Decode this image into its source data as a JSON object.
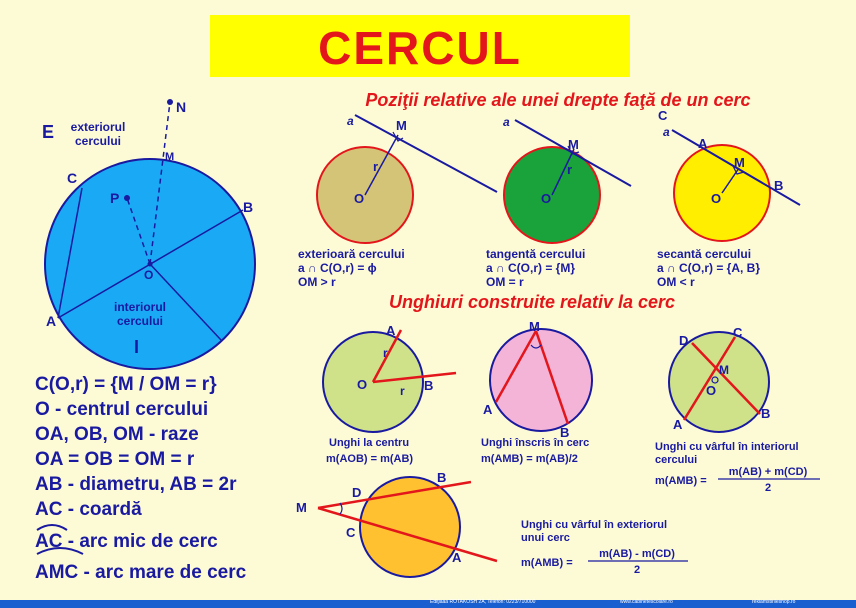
{
  "title": "CERCUL",
  "section1_title": "Poziţii relative ale unei drepte faţă de un cerc",
  "section2_title": "Unghiuri construite relativ la cerc",
  "main_figure": {
    "label_E": "E",
    "exterior_label_1": "exteriorul",
    "exterior_label_2": "cercului",
    "interior_label_1": "interiorul",
    "interior_label_2": "cercului",
    "label_I": "I",
    "points": {
      "N": "N",
      "M": "M",
      "C": "C",
      "P": "P",
      "B": "B",
      "O": "O",
      "A": "A"
    }
  },
  "definitions": [
    "C(O,r) = {M / OM = r}",
    "O - centrul cercului",
    "OA, OB, OM - raze",
    "OA = OB = OM = r",
    "AB - diametru, AB = 2r",
    "AC - coardă",
    "AC - arc mic de cerc",
    "AMC - arc mare de cerc"
  ],
  "positions": [
    {
      "line": "a",
      "M": "M",
      "r": "r",
      "O": "O",
      "caption": "exterioară cercului",
      "formula": "a ∩ C(O,r) = ϕ",
      "relation": "OM > r",
      "fill": "#d4c478"
    },
    {
      "line": "a",
      "M": "M",
      "r": "r",
      "O": "O",
      "caption": "tangentă cercului",
      "formula": "a ∩ C(O,r) = {M}",
      "relation": "OM = r",
      "fill": "#1aa33a"
    },
    {
      "line": "a",
      "C": "C",
      "A": "A",
      "M": "M",
      "O": "O",
      "B": "B",
      "caption": "secantă cercului",
      "formula": "a ∩ C(O,r) = {A, B}",
      "relation": "OM < r",
      "fill": "#ffee00"
    }
  ],
  "angles": {
    "central": {
      "A": "A",
      "B": "B",
      "O": "O",
      "r1": "r",
      "r2": "r",
      "caption": "Unghi la centru",
      "formula": "m(AOB) = m(AB)",
      "fill": "#cfe28a"
    },
    "inscribed": {
      "M": "M",
      "A": "A",
      "B": "B",
      "caption": "Unghi înscris în cerc",
      "formula": "m(AMB) = m(AB)/2",
      "fill": "#f4b4d8"
    },
    "interior_vertex": {
      "D": "D",
      "C": "C",
      "M": "M",
      "O": "O",
      "A": "A",
      "B": "B",
      "caption_1": "Unghi cu vârful în interiorul",
      "caption_2": "cercului",
      "lhs": "m(AMB) =",
      "numerator": "m(AB) + m(CD)",
      "denominator": "2",
      "fill": "#cfe28a"
    },
    "exterior_vertex": {
      "M": "M",
      "D": "D",
      "B": "B",
      "C": "C",
      "A": "A",
      "caption_1": "Unghi cu vârful în exteriorul",
      "caption_2": "unui cerc",
      "lhs": "m(AMB) =",
      "numerator": "m(AB) - m(CD)",
      "denominator": "2",
      "fill": "#ffc130"
    }
  },
  "footer": {
    "left": "Ediţiaaa ROTAKOSH 2A, Telefon: 0223/710000",
    "center": "www.cabinetescolare.ro",
    "right": "reklamstirileshop.ro"
  }
}
